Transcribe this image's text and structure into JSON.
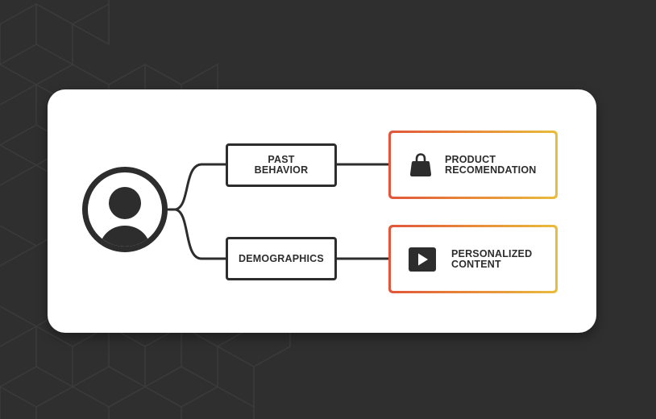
{
  "diagram": {
    "source": {
      "icon": "user-avatar-icon"
    },
    "branches": [
      {
        "label": "PAST\nBEHAVIOR",
        "result": {
          "label": "PRODUCT\nRECOMENDATION",
          "icon": "shopping-bag-icon"
        }
      },
      {
        "label": "DEMOGRAPHICS",
        "result": {
          "label": "PERSONALIZED\nCONTENT",
          "icon": "play-icon"
        }
      }
    ]
  },
  "colors": {
    "background": "#2f2f2f",
    "card": "#ffffff",
    "ink": "#2d2d2d",
    "gradient_start": "#e1553a",
    "gradient_end": "#e9bd3b"
  }
}
